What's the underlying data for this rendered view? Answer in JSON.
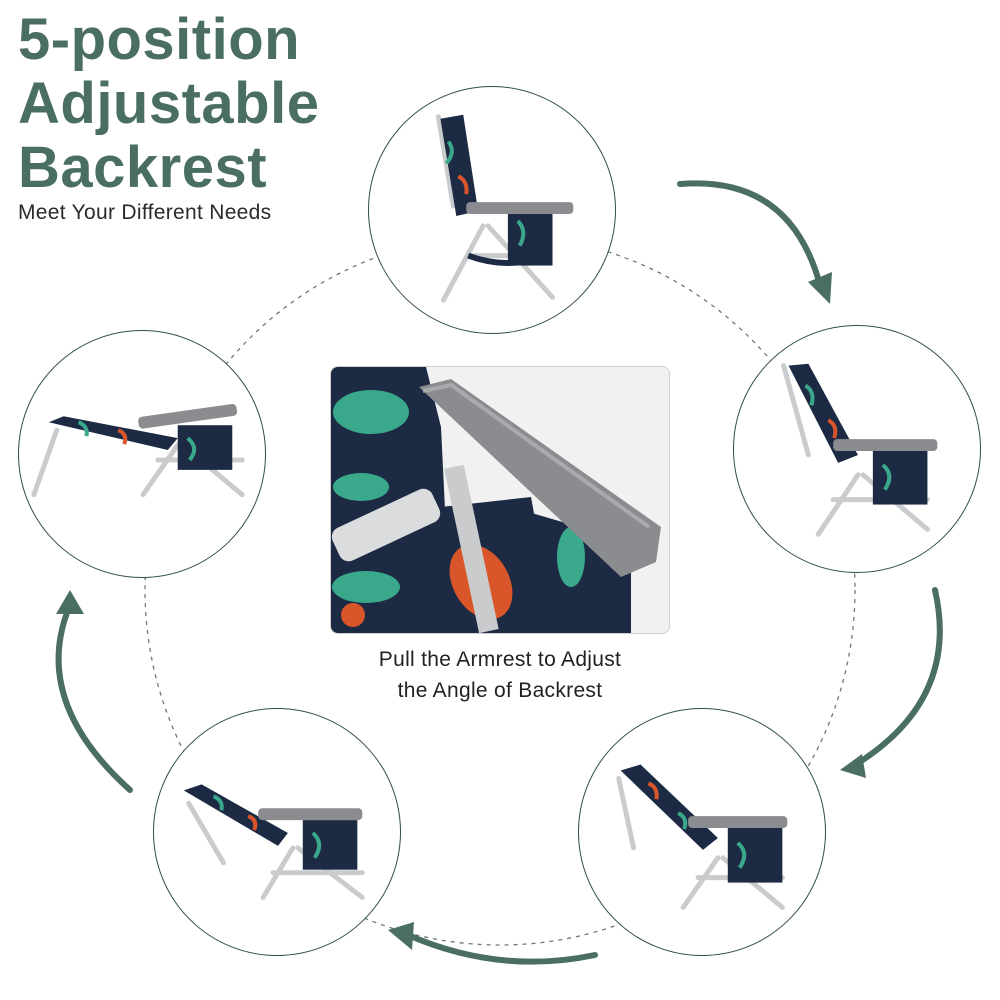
{
  "title_lines": [
    "5-position",
    "Adjustable",
    "Backrest"
  ],
  "subtitle": "Meet Your Different Needs",
  "caption_lines": [
    "Pull the Armrest to Adjust",
    "the Angle of Backrest"
  ],
  "colors": {
    "accent": "#4a6e62",
    "circle_border": "#2f4f45",
    "fabric_navy": "#1c2a44",
    "leaf_green": "#3aa88a",
    "leaf_orange": "#d9552a",
    "armrest_gray": "#8a8c8f"
  },
  "positions": [
    {
      "name": "upright"
    },
    {
      "name": "reclined-1"
    },
    {
      "name": "reclined-2"
    },
    {
      "name": "reclined-3"
    },
    {
      "name": "flat"
    }
  ]
}
